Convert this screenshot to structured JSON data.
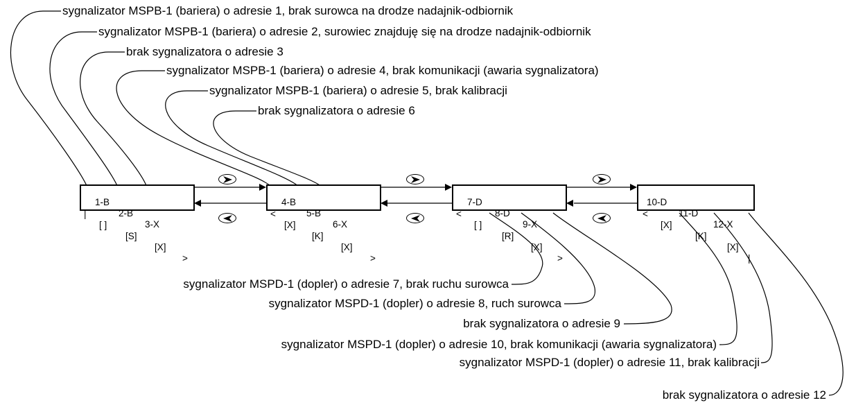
{
  "labels_top": [
    "sygnalizator MSPB-1 (bariera) o adresie 1, brak surowca na drodze nadajnik-odbiornik",
    "sygnalizator MSPB-1 (bariera) o adresie 2, surowiec znajduję się na drodze nadajnik-odbiornik",
    "brak sygnalizatora o adresie 3",
    "sygnalizator MSPB-1 (bariera) o adresie 4, brak komunikacji (awaria sygnalizatora)",
    "sygnalizator MSPB-1 (bariera) o adresie 5, brak kalibracji",
    "brak sygnalizatora o adresie 6"
  ],
  "labels_bottom": [
    "sygnalizator MSPD-1 (dopler) o adresie 7, brak ruchu surowca",
    "sygnalizator MSPD-1 (dopler) o adresie 8, ruch surowca",
    "brak sygnalizatora o adresie 9",
    "sygnalizator MSPD-1 (dopler) o adresie 10, brak komunikacji (awaria sygnalizatora)",
    "sygnalizator MSPD-1 (dopler) o adresie 11, brak kalibracji",
    "brak sygnalizatora o adresie 12"
  ],
  "panels": [
    {
      "row1": [
        "1-B",
        "2-B",
        "3-X"
      ],
      "row2": [
        "|",
        "[ ]",
        "[S]",
        "[X]",
        ">"
      ]
    },
    {
      "row1": [
        "4-B",
        "5-B",
        "6-X"
      ],
      "row2": [
        "<",
        "[X]",
        "[K]",
        "[X]",
        ">"
      ]
    },
    {
      "row1": [
        "7-D",
        "8-D",
        "9-X"
      ],
      "row2": [
        "<",
        "[ ]",
        "[R]",
        "[X]",
        ">"
      ]
    },
    {
      "row1": [
        "10-D",
        "11-D",
        "12-X"
      ],
      "row2": [
        "<",
        "[X]",
        "[K]",
        "[X]",
        "|"
      ]
    }
  ],
  "navigation": {
    "forward_icon": "arrow-right-icon",
    "backward_icon": "arrow-left-icon"
  }
}
